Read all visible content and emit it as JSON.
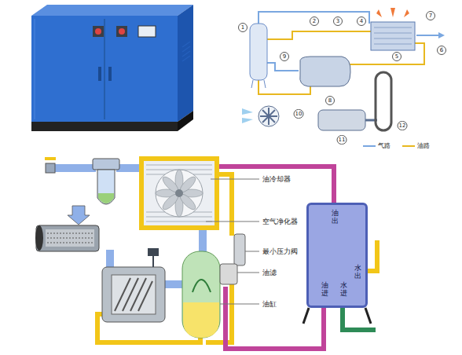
{
  "diagram": {
    "nodes": [
      {
        "text": [
          "油出",
          "水出",
          "油进",
          "水进"
        ]
      }
    ],
    "labels": [
      "1",
      "2",
      "3",
      "4",
      "5",
      "6",
      "7",
      "8",
      "9",
      "10",
      "11",
      "12",
      "油冷却器",
      "空气净化器",
      "最小压力阀",
      "油滤",
      "油缸"
    ],
    "legend": [
      {
        "text": "气路"
      },
      {
        "text": "油路"
      }
    ]
  }
}
